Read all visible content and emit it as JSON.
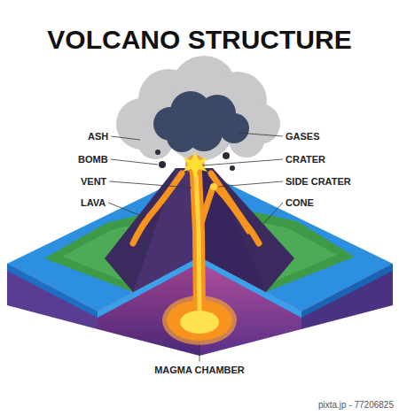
{
  "diagram": {
    "title": "VOLCANO STRUCTURE",
    "labels": [
      "ASH",
      "GASES",
      "BOMB",
      "CRATER",
      "VENT",
      "SIDE CRATER",
      "LAVA",
      "CONE",
      "MAGMA CHAMBER",
      "pixta.jp - 77206825"
    ]
  }
}
